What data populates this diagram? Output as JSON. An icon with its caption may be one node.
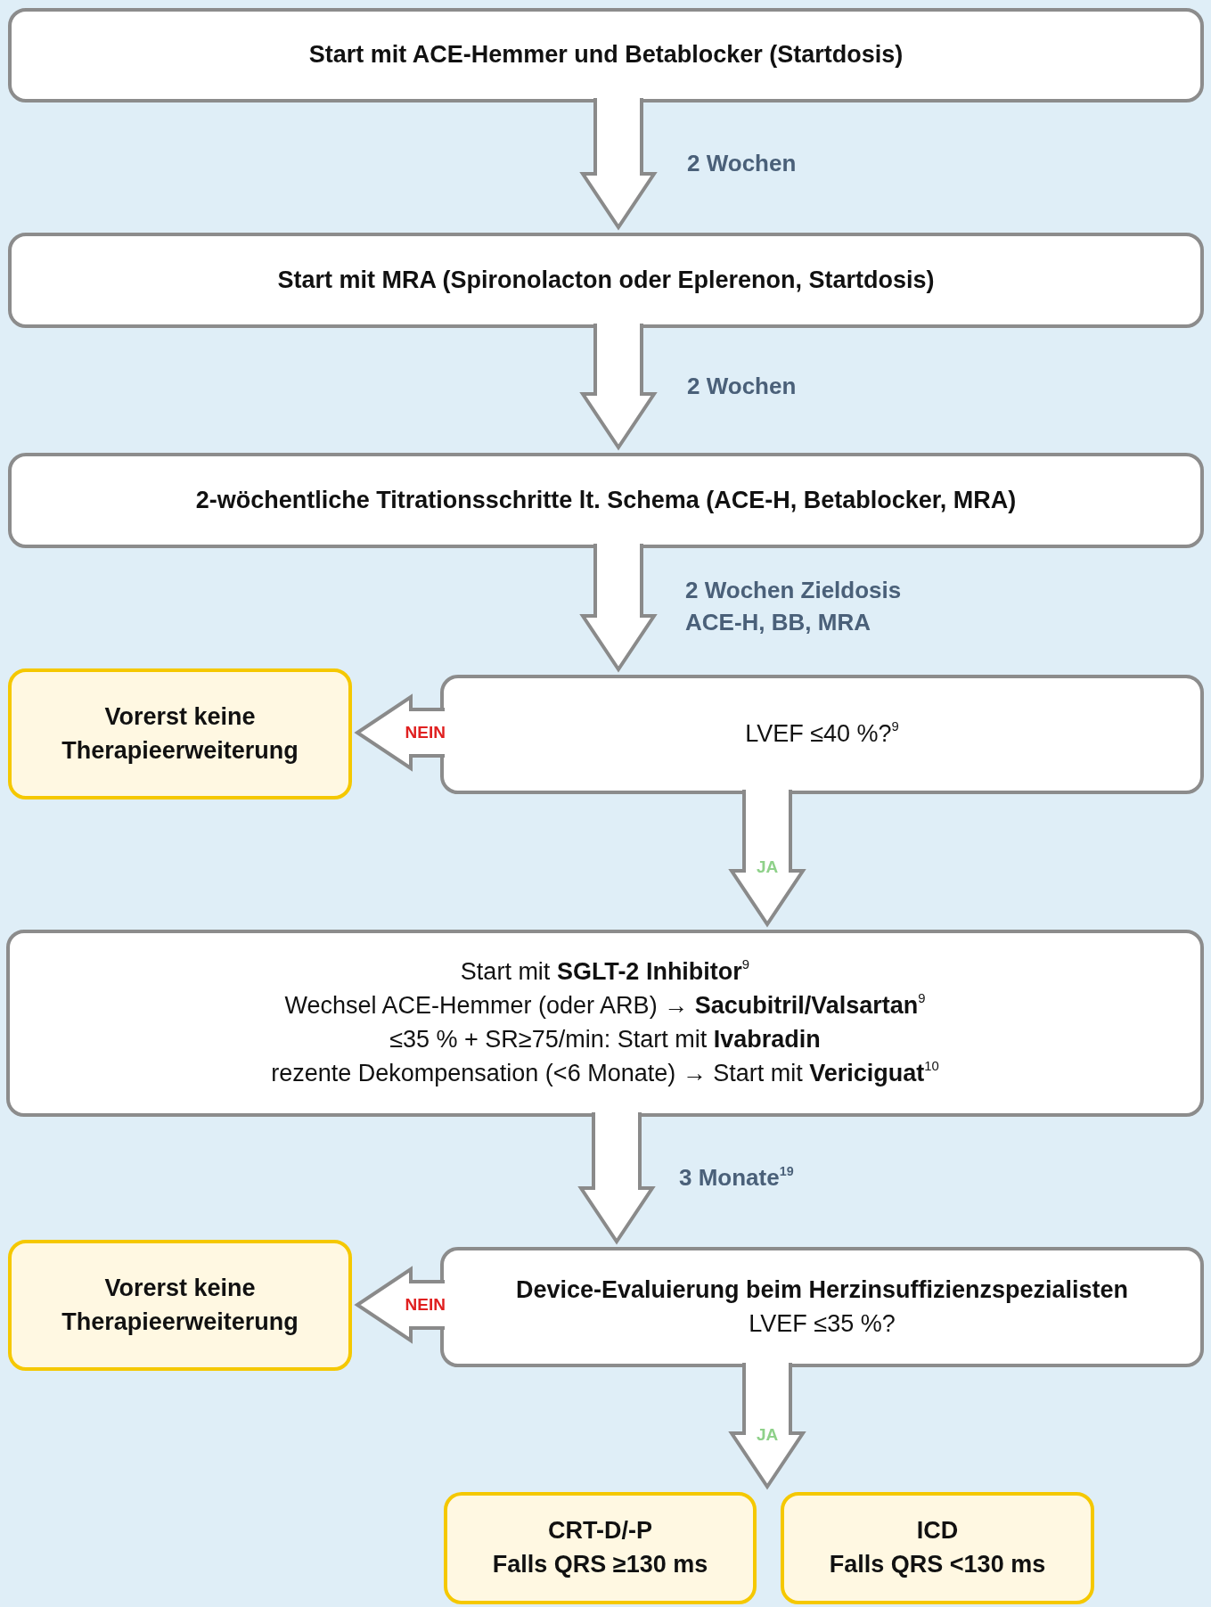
{
  "diagram": {
    "nodes": [
      {
        "text": [
          "Start mit ACE-Hemmer und Betablocker (Startdosis)"
        ]
      },
      {
        "text": [
          "Start mit MRA (Spironolacton oder Eplerenon, Startdosis)"
        ]
      },
      {
        "text": [
          "2-wöchentliche Titrationsschritte lt. Schema (ACE-H, Betablocker, MRA)"
        ]
      },
      {
        "text": [
          "Vorerst keine Therapieerweiterung"
        ]
      },
      {
        "text": [
          "LVEF ≤40 %?$^{9}$"
        ]
      },
      {
        "text": [
          "Start mit **SGLT-2 Inhibitor**$^{9}$",
          "Wechsel ACE-Hemmer (oder ARB) → **Sacubitril/Valsartan**$^{9}$",
          "≤35 % + SR≥75/min: Start mit **Ivabradin**",
          "rezente Dekompensation (<6 Monate) → Start mit **Vericiguat**$^{10}$"
        ]
      },
      {
        "text": [
          "Vorerst keine Therapieerweiterung"
        ]
      },
      {
        "text": [
          "Device-Evaluierung beim Herzinsuffizienzspezialisten",
          "LVEF ≤35 %?"
        ]
      },
      {
        "text": [
          "CRT-D/-P",
          "Falls QRS ≥130 ms"
        ]
      },
      {
        "text": [
          "ICD",
          "Falls QRS <130 ms"
        ]
      }
    ],
    "edges": [
      {
        "from": 0,
        "to": 1,
        "arrow": "to",
        "label": "2 Wochen"
      },
      {
        "from": 1,
        "to": 2,
        "arrow": "to",
        "label": "2 Wochen"
      },
      {
        "from": 2,
        "to": 4,
        "arrow": "to",
        "label": "2 Wochen Zieldosis ACE-H, BB, MRA"
      },
      {
        "from": 4,
        "to": 3,
        "arrow": "to",
        "label": "NEIN"
      },
      {
        "from": 4,
        "to": 5,
        "arrow": "to",
        "label": "JA"
      },
      {
        "from": 5,
        "to": 7,
        "arrow": "to",
        "label": "3 Monate$^{19}$"
      },
      {
        "from": 7,
        "to": 6,
        "arrow": "to",
        "label": "NEIN"
      },
      {
        "from": 7,
        "to": 8,
        "arrow": "to",
        "label": "JA"
      },
      {
        "from": 7,
        "to": 9,
        "arrow": "to"
      }
    ]
  }
}
